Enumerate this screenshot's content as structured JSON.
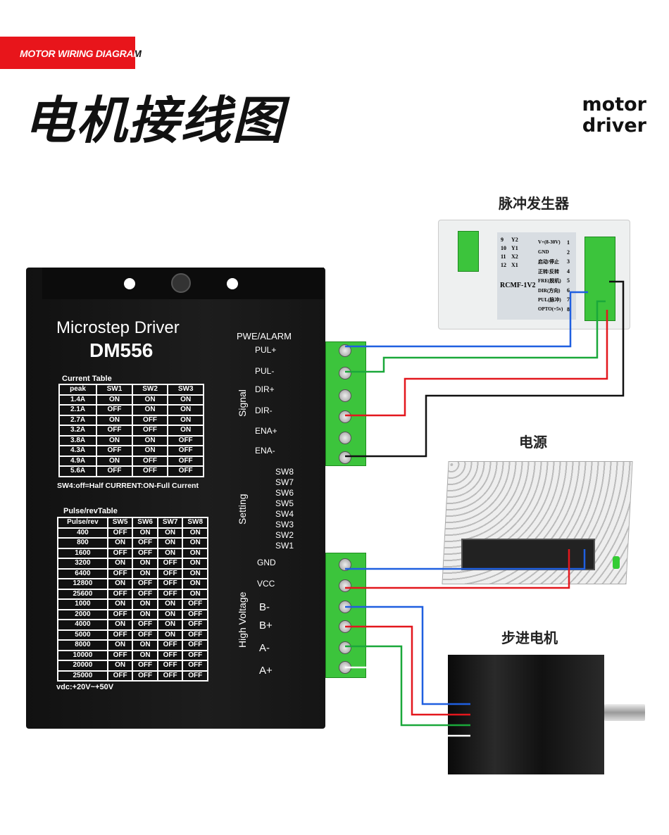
{
  "banner": "MOTOR WIRING DIAGRAM",
  "title": "电机接线图",
  "subtitle": {
    "line1": "motor",
    "line2": "driver"
  },
  "labels": {
    "pulse_generator": "脉冲发生器",
    "power_supply": "电源",
    "stepper_motor": "步进电机"
  },
  "driver": {
    "name": "Microstep Driver",
    "model": "DM556",
    "current_table": {
      "title": "Current Table",
      "headers": [
        "peak",
        "SW1",
        "SW2",
        "SW3"
      ],
      "rows": [
        [
          "1.4A",
          "ON",
          "ON",
          "ON"
        ],
        [
          "2.1A",
          "OFF",
          "ON",
          "ON"
        ],
        [
          "2.7A",
          "ON",
          "OFF",
          "ON"
        ],
        [
          "3.2A",
          "OFF",
          "OFF",
          "ON"
        ],
        [
          "3.8A",
          "ON",
          "ON",
          "OFF"
        ],
        [
          "4.3A",
          "OFF",
          "ON",
          "OFF"
        ],
        [
          "4.9A",
          "ON",
          "OFF",
          "OFF"
        ],
        [
          "5.6A",
          "OFF",
          "OFF",
          "OFF"
        ]
      ],
      "note": "SW4:off=Half CURRENT:ON-Full Current"
    },
    "pulse_table": {
      "title": "Pulse/revTable",
      "headers": [
        "Pulse/rev",
        "SW5",
        "SW6",
        "SW7",
        "SW8"
      ],
      "rows": [
        [
          "400",
          "OFF",
          "ON",
          "ON",
          "ON"
        ],
        [
          "800",
          "ON",
          "OFF",
          "ON",
          "ON"
        ],
        [
          "1600",
          "OFF",
          "OFF",
          "ON",
          "ON"
        ],
        [
          "3200",
          "ON",
          "ON",
          "OFF",
          "ON"
        ],
        [
          "6400",
          "OFF",
          "ON",
          "OFF",
          "ON"
        ],
        [
          "12800",
          "ON",
          "OFF",
          "OFF",
          "ON"
        ],
        [
          "25600",
          "OFF",
          "OFF",
          "OFF",
          "ON"
        ],
        [
          "1000",
          "ON",
          "ON",
          "ON",
          "OFF"
        ],
        [
          "2000",
          "OFF",
          "ON",
          "ON",
          "OFF"
        ],
        [
          "4000",
          "ON",
          "OFF",
          "ON",
          "OFF"
        ],
        [
          "5000",
          "OFF",
          "OFF",
          "ON",
          "OFF"
        ],
        [
          "8000",
          "ON",
          "ON",
          "OFF",
          "OFF"
        ],
        [
          "10000",
          "OFF",
          "ON",
          "OFF",
          "OFF"
        ],
        [
          "20000",
          "ON",
          "OFF",
          "OFF",
          "OFF"
        ],
        [
          "25000",
          "OFF",
          "OFF",
          "OFF",
          "OFF"
        ]
      ],
      "note": "vdc:+20V~+50V"
    },
    "pwe_alarm": "PWE/ALARM",
    "signal_label": "Signal",
    "signal_pins": [
      "PUL+",
      "PUL-",
      "DIR+",
      "DIR-",
      "ENA+",
      "ENA-"
    ],
    "setting_label": "Setting",
    "setting_pins": [
      "SW8",
      "SW7",
      "SW6",
      "SW5",
      "SW4",
      "SW3",
      "SW2",
      "SW1"
    ],
    "hv_label": "High Voltage",
    "hv_pins": [
      "GND",
      "VCC",
      "B-",
      "B+",
      "A-",
      "A+"
    ]
  },
  "pulse_generator": {
    "left_pins": [
      [
        "9",
        "Y2"
      ],
      [
        "10",
        "Y1"
      ],
      [
        "11",
        "X2"
      ],
      [
        "12",
        "X1"
      ]
    ],
    "model": "RCMF-1V2",
    "right_pins": [
      [
        "V+(8-30V)",
        "1"
      ],
      [
        "GND",
        "2"
      ],
      [
        "启动/停止",
        "3"
      ],
      [
        "正转/反转",
        "4"
      ],
      [
        "FRE(脱机)",
        "5"
      ],
      [
        "DIR(方向)",
        "6"
      ],
      [
        "PUL(脉冲)",
        "7"
      ],
      [
        "OPTO(+5v)",
        "8"
      ]
    ]
  },
  "wire_colors": {
    "blue": "#1f5fe0",
    "green": "#1aa83a",
    "red": "#e3171d",
    "black": "#111111",
    "white": "#ffffff"
  }
}
